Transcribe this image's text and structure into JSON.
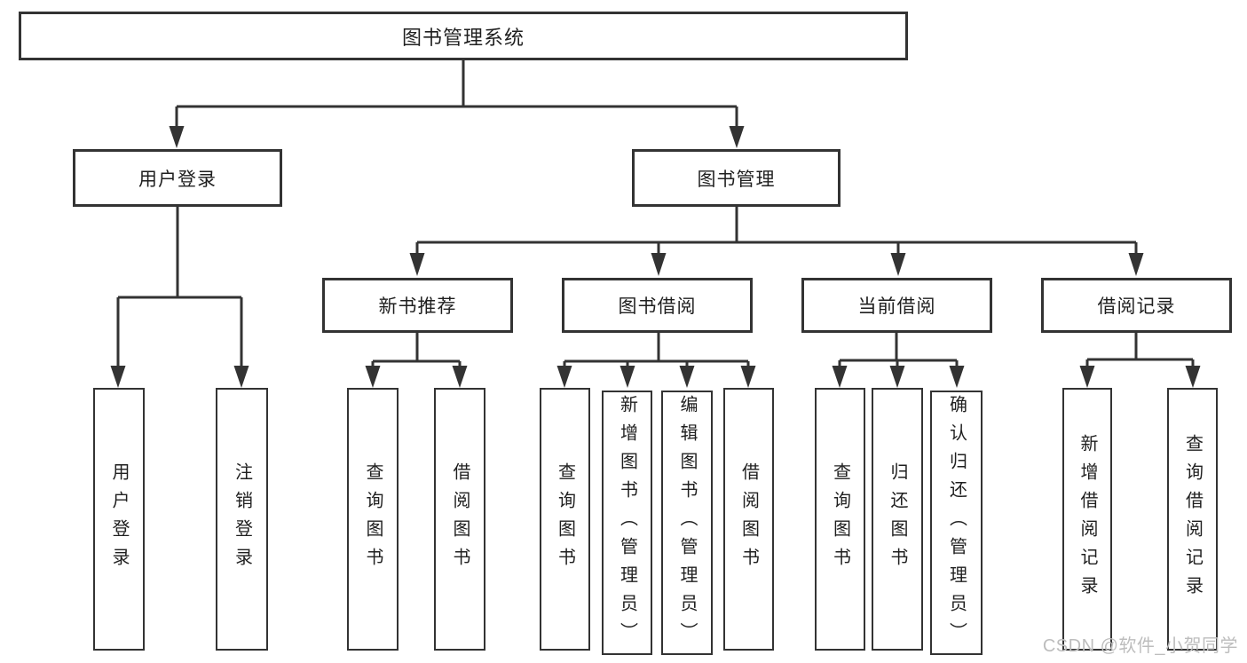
{
  "diagram": {
    "root": "图书管理系统",
    "level2": {
      "user_login": "用户登录",
      "book_management": "图书管理"
    },
    "user_login_children": [
      "用户登录",
      "注销登录"
    ],
    "book_management_sections": {
      "new_book_recommend": "新书推荐",
      "book_borrow": "图书借阅",
      "current_borrow": "当前借阅",
      "borrow_records": "借阅记录"
    },
    "new_book_recommend_children": [
      "查询图书",
      "借阅图书"
    ],
    "book_borrow_children": [
      "查询图书",
      "新增图书（管理员）",
      "编辑图书（管理员）",
      "借阅图书"
    ],
    "current_borrow_children": [
      "查询图书",
      "归还图书",
      "确认归还（管理员）"
    ],
    "borrow_records_children": [
      "新增借阅记录",
      "查询借阅记录"
    ]
  },
  "watermark": "CSDN @软件_小贺同学",
  "colors": {
    "line": "#333333",
    "text": "#1f1f1f",
    "watermark": "#bdbdbd",
    "background": "#ffffff"
  }
}
